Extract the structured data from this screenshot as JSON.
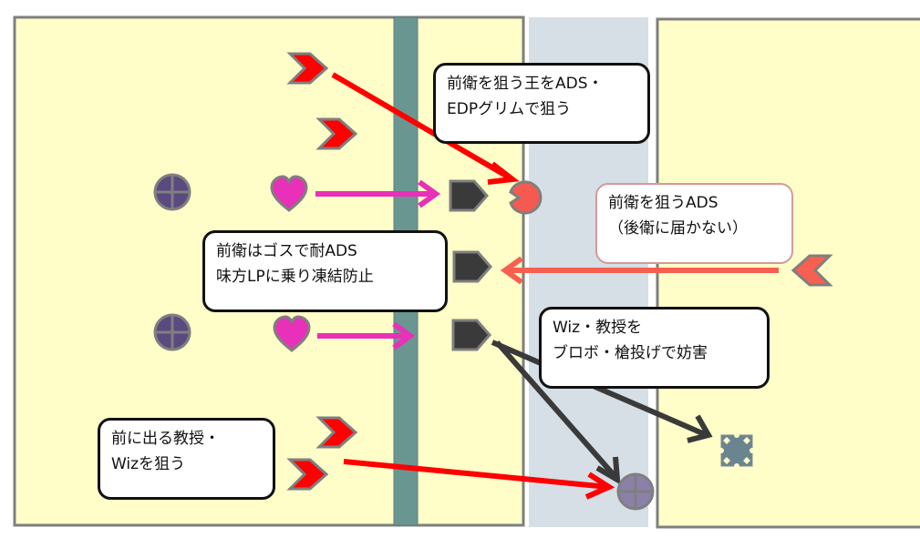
{
  "colors": {
    "zone_fill": "#fffdc8",
    "zone_border": "#7f7f7f",
    "lane_fill": "#d6dee6",
    "wall": "#6a9692",
    "ally_attacker": "#ff0000",
    "ally_healer": "#e830b8",
    "ally_support": "#5a4a80",
    "ally_tank": "#3a3a3a",
    "enemy_king": "#f55a50",
    "enemy_attacker": "#f76050",
    "enemy_support": "#8a80a8",
    "enemy_unit": "#6a8590",
    "arrow_red": "#ff0000",
    "arrow_pink": "#e830b8",
    "arrow_salmon": "#f76050",
    "arrow_dark": "#3a3a3a"
  },
  "units": [
    {
      "id": "ally-attacker-1",
      "type": "chevron-right",
      "color": "ally_attacker"
    },
    {
      "id": "ally-attacker-2",
      "type": "chevron-right",
      "color": "ally_attacker"
    },
    {
      "id": "ally-attacker-3",
      "type": "chevron-right",
      "color": "ally_attacker"
    },
    {
      "id": "ally-attacker-4",
      "type": "chevron-right",
      "color": "ally_attacker"
    },
    {
      "id": "ally-support-1",
      "type": "cross-circle",
      "color": "ally_support"
    },
    {
      "id": "ally-support-2",
      "type": "cross-circle",
      "color": "ally_support"
    },
    {
      "id": "ally-healer-1",
      "type": "heart",
      "color": "ally_healer"
    },
    {
      "id": "ally-healer-2",
      "type": "heart",
      "color": "ally_healer"
    },
    {
      "id": "ally-tank-1",
      "type": "pentagon",
      "color": "ally_tank"
    },
    {
      "id": "ally-tank-2",
      "type": "pentagon",
      "color": "ally_tank"
    },
    {
      "id": "ally-tank-3",
      "type": "pentagon",
      "color": "ally_tank"
    },
    {
      "id": "enemy-king",
      "type": "pacman",
      "color": "enemy_king"
    },
    {
      "id": "enemy-attacker",
      "type": "chevron-left",
      "color": "enemy_attacker"
    },
    {
      "id": "enemy-support",
      "type": "cross-circle",
      "color": "enemy_support"
    },
    {
      "id": "enemy-unit",
      "type": "notched-square",
      "color": "enemy_unit"
    }
  ],
  "callouts": [
    {
      "id": "callout-king-target",
      "lines": [
        "前衛を狙う王をADS・",
        "EDPグリムで狙う"
      ]
    },
    {
      "id": "callout-enemy-ads",
      "lines": [
        "前衛を狙うADS",
        "（後衛に届かない）"
      ]
    },
    {
      "id": "callout-front-guard",
      "lines": [
        "前衛はゴスで耐ADS",
        "味方LPに乗り凍結防止"
      ]
    },
    {
      "id": "callout-wiz-prof",
      "lines": [
        "Wiz・教授を",
        "ブロボ・槍投げで妨害"
      ]
    },
    {
      "id": "callout-forward-prof",
      "lines": [
        "前に出る教授・",
        "Wizを狙う"
      ]
    }
  ]
}
